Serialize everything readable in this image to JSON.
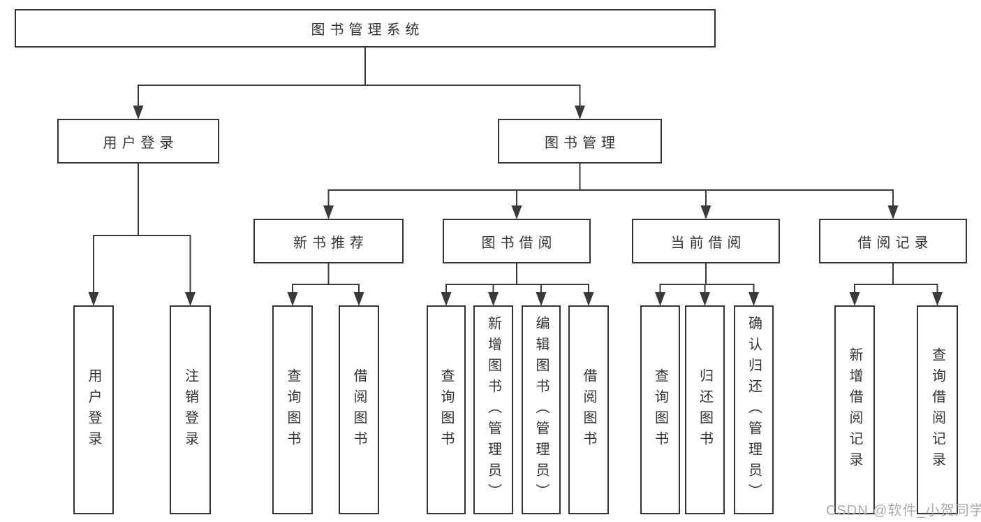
{
  "diagram": {
    "nodes": [
      {
        "id": "root",
        "label": "图书管理系统",
        "orientation": "horizontal"
      },
      {
        "id": "user-login",
        "label": "用户登录",
        "orientation": "horizontal"
      },
      {
        "id": "book-mgmt",
        "label": "图书管理",
        "orientation": "horizontal"
      },
      {
        "id": "new-book-rec",
        "label": "新书推荐",
        "orientation": "horizontal"
      },
      {
        "id": "book-borrow",
        "label": "图书借阅",
        "orientation": "horizontal"
      },
      {
        "id": "current-borrow",
        "label": "当前借阅",
        "orientation": "horizontal"
      },
      {
        "id": "borrow-records",
        "label": "借阅记录",
        "orientation": "horizontal"
      },
      {
        "id": "user-login-leaf",
        "label": "用户登录",
        "orientation": "vertical"
      },
      {
        "id": "logout",
        "label": "注销登录",
        "orientation": "vertical"
      },
      {
        "id": "query-book-1",
        "label": "查询图书",
        "orientation": "vertical"
      },
      {
        "id": "borrow-book-1",
        "label": "借阅图书",
        "orientation": "vertical"
      },
      {
        "id": "query-book-2",
        "label": "查询图书",
        "orientation": "vertical"
      },
      {
        "id": "add-book",
        "label": "新增图书（管理员）",
        "orientation": "vertical"
      },
      {
        "id": "edit-book",
        "label": "编辑图书（管理员）",
        "orientation": "vertical"
      },
      {
        "id": "borrow-book-2",
        "label": "借阅图书",
        "orientation": "vertical"
      },
      {
        "id": "query-book-3",
        "label": "查询图书",
        "orientation": "vertical"
      },
      {
        "id": "return-book",
        "label": "归还图书",
        "orientation": "vertical"
      },
      {
        "id": "confirm-return",
        "label": "确认归还（管理员）",
        "orientation": "vertical"
      },
      {
        "id": "add-borrow-record",
        "label": "新增借阅记录",
        "orientation": "vertical"
      },
      {
        "id": "query-borrow-record",
        "label": "查询借阅记录",
        "orientation": "vertical"
      }
    ],
    "edges": [
      {
        "from": "root",
        "to": [
          "user-login",
          "book-mgmt"
        ]
      },
      {
        "from": "user-login",
        "to": [
          "user-login-leaf",
          "logout"
        ]
      },
      {
        "from": "book-mgmt",
        "to": [
          "new-book-rec",
          "book-borrow",
          "current-borrow",
          "borrow-records"
        ]
      },
      {
        "from": "new-book-rec",
        "to": [
          "query-book-1",
          "borrow-book-1"
        ]
      },
      {
        "from": "book-borrow",
        "to": [
          "query-book-2",
          "add-book",
          "edit-book",
          "borrow-book-2"
        ]
      },
      {
        "from": "current-borrow",
        "to": [
          "query-book-3",
          "return-book",
          "confirm-return"
        ]
      },
      {
        "from": "borrow-records",
        "to": [
          "add-borrow-record",
          "query-borrow-record"
        ]
      }
    ]
  },
  "watermark": {
    "text": "CSDN @软件_小贺同学"
  },
  "colors": {
    "line": "#3a3a3a",
    "border": "#343434",
    "text": "#333333",
    "background": "#ffffff",
    "watermark": "#ababab"
  }
}
